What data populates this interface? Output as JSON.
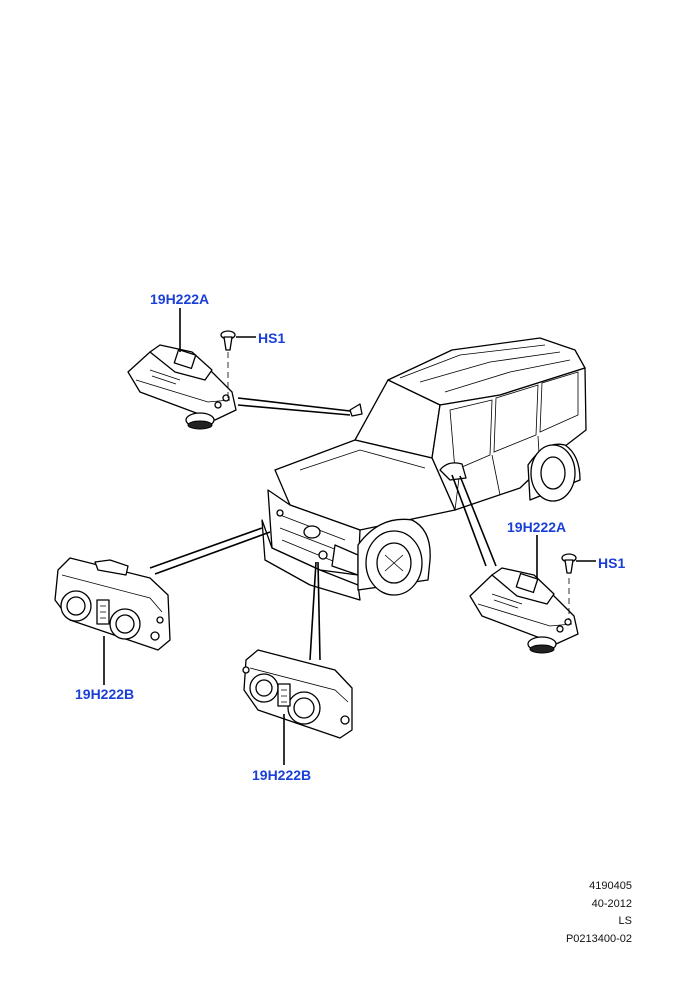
{
  "callouts": {
    "sensor_top_left": "19H222A",
    "screw_top_left": "HS1",
    "sensor_right": "19H222A",
    "screw_right": "HS1",
    "camera_left": "19H222B",
    "camera_center": "19H222B"
  },
  "reference": {
    "line1": "4190405",
    "line2": "40-2012",
    "line3": "LS",
    "line4": "P0213400-02"
  },
  "colors": {
    "callout": "#1a3fd6",
    "line": "#000000",
    "background": "#ffffff"
  }
}
